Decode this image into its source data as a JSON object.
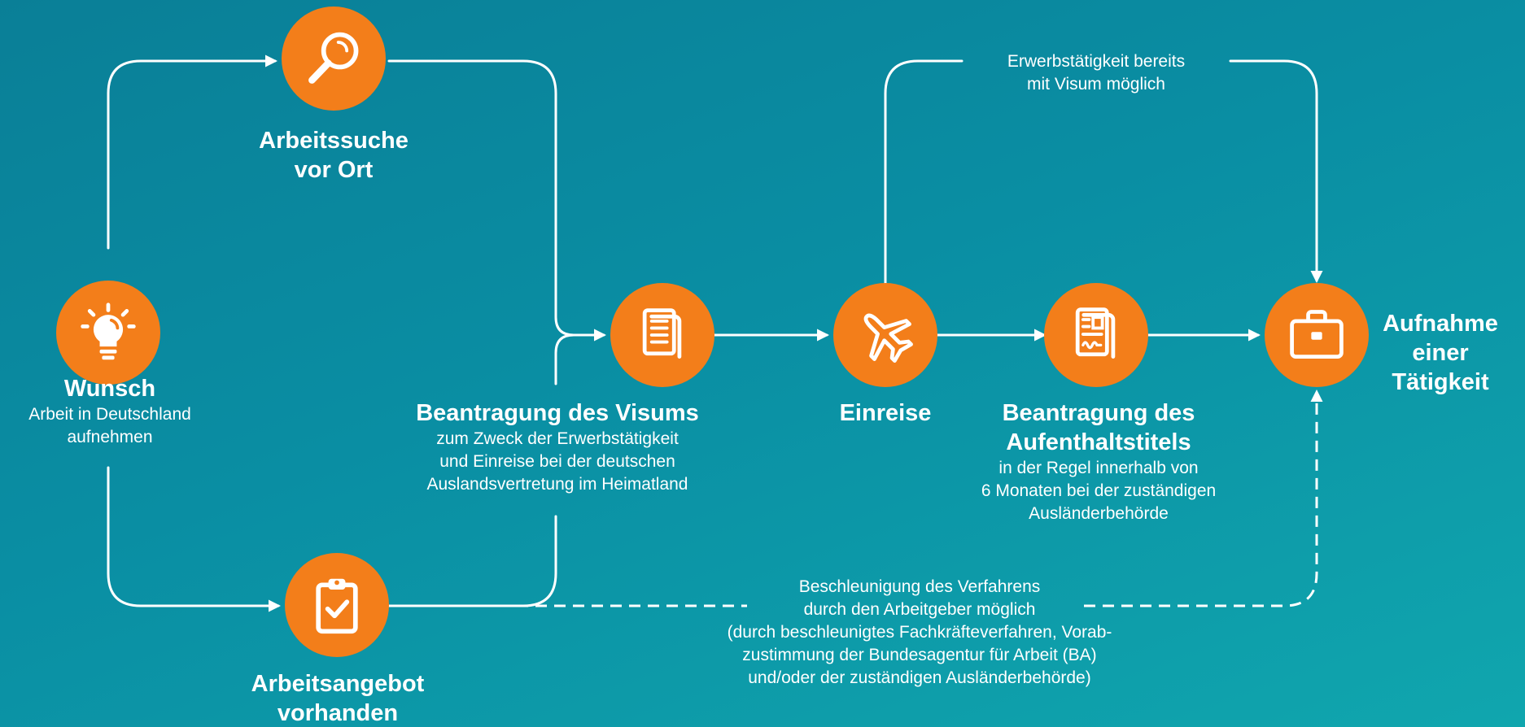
{
  "colors": {
    "accent": "#f37e1a",
    "background_from": "#0a7f97",
    "background_to": "#10a6ae",
    "line": "#ffffff"
  },
  "nodes": {
    "wunsch": {
      "icon": "lightbulb-icon",
      "title": "Wunsch",
      "sub1": "Arbeit in Deutschland",
      "sub2": "aufnehmen"
    },
    "arbeitssuche": {
      "icon": "magnifier-icon",
      "title1": "Arbeitssuche",
      "title2": "vor Ort"
    },
    "arbeitsangebot": {
      "icon": "clipboard-check-icon",
      "title1": "Arbeitsangebot",
      "title2": "vorhanden"
    },
    "visum": {
      "icon": "document-icon",
      "title": "Beantragung des Visums",
      "sub1": "zum Zweck der Erwerbstätigkeit",
      "sub2": "und Einreise bei der deutschen",
      "sub3": "Auslandsvertretung im Heimatland"
    },
    "einreise": {
      "icon": "airplane-icon",
      "title": "Einreise"
    },
    "aufenthaltstitel": {
      "icon": "permit-document-icon",
      "title1": "Beantragung des",
      "title2": "Aufenthaltstitels",
      "sub1": "in der Regel innerhalb von",
      "sub2": "6 Monaten bei der zuständigen",
      "sub3": "Ausländerbehörde"
    },
    "aufnahme": {
      "icon": "briefcase-icon",
      "title1": "Aufnahme",
      "title2": "einer",
      "title3": "Tätigkeit"
    }
  },
  "notes": {
    "visum_path": {
      "line1": "Erwerbstätigkeit bereits",
      "line2": "mit Visum möglich"
    },
    "beschleunigung": {
      "line1": "Beschleunigung des Verfahrens",
      "line2": "durch den Arbeitgeber möglich",
      "line3": "(durch beschleunigtes Fachkräfteverfahren, Vorab-",
      "line4": "zustimmung der Bundesagentur für Arbeit (BA)",
      "line5": "und/oder der zuständigen Ausländerbehörde)"
    }
  }
}
